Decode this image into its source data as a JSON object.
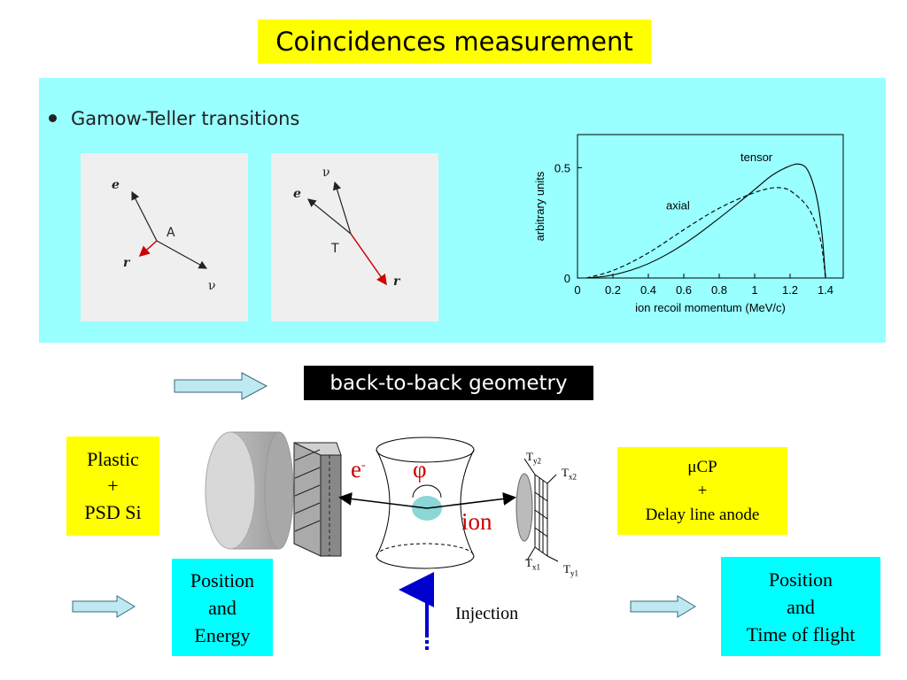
{
  "title": "Coincidences measurement",
  "bullet": "Gamow-Teller transitions",
  "vectors_a": {
    "e": "e",
    "center": "A",
    "r": "r",
    "nu": "ν"
  },
  "vectors_t": {
    "nu": "ν",
    "e": "e",
    "center": "T",
    "r": "r"
  },
  "chart_data": {
    "type": "line",
    "xlabel": "ion recoil momentum (MeV/c)",
    "ylabel": "arbitrary units",
    "xlim": [
      0,
      1.5
    ],
    "ylim": [
      0,
      0.65
    ],
    "xticks": [
      "0",
      "0.2",
      "0.4",
      "0.6",
      "0.8",
      "1",
      "1.2",
      "1.4"
    ],
    "yticks": [
      "0",
      "0.5"
    ],
    "series": [
      {
        "name": "tensor",
        "style": "solid",
        "x": [
          0.05,
          0.2,
          0.4,
          0.6,
          0.8,
          1.0,
          1.1,
          1.2,
          1.25,
          1.3,
          1.35,
          1.38,
          1.4
        ],
        "y": [
          0.0,
          0.01,
          0.06,
          0.15,
          0.27,
          0.4,
          0.47,
          0.51,
          0.52,
          0.5,
          0.38,
          0.22,
          0.0
        ]
      },
      {
        "name": "axial",
        "style": "dashed",
        "x": [
          0.05,
          0.2,
          0.4,
          0.6,
          0.8,
          1.0,
          1.1,
          1.15,
          1.2,
          1.3,
          1.35,
          1.38,
          1.4
        ],
        "y": [
          0.0,
          0.03,
          0.11,
          0.22,
          0.32,
          0.39,
          0.41,
          0.41,
          0.4,
          0.33,
          0.24,
          0.15,
          0.0
        ]
      }
    ]
  },
  "geometry_label": "back-to-back geometry",
  "left_box": {
    "line1": "Plastic",
    "line2": "+",
    "line3": "PSD Si"
  },
  "right_box": {
    "line1": "μCP",
    "line2": "+",
    "line3": "Delay line anode"
  },
  "left_cyan": {
    "line1": "Position",
    "line2": "and",
    "line3": "Energy"
  },
  "right_cyan": {
    "line1": "Position",
    "line2": "and",
    "line3": "Time of flight"
  },
  "labels": {
    "e": "e",
    "e_sup": "-",
    "phi": "φ",
    "ion": "ion",
    "injection": "Injection"
  },
  "mcp_labels": {
    "ty2": "T",
    "ty2_sub": "y2",
    "tx2": "T",
    "tx2_sub": "x2",
    "tx1": "T",
    "tx1_sub": "x1",
    "ty1": "T",
    "ty1_sub": "y1"
  },
  "colors": {
    "yellow": "#ffff00",
    "cyan": "#00ffff",
    "panel": "#99ffff",
    "red": "#cc0000",
    "blue": "#0000cc"
  }
}
